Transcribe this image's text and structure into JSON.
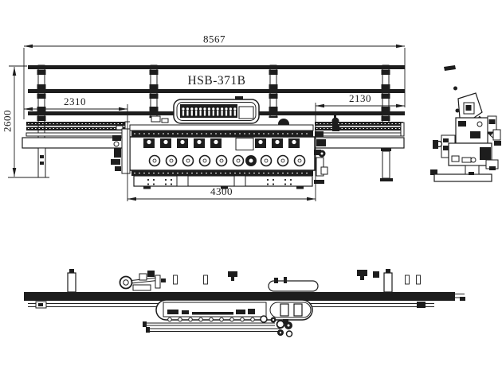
{
  "drawing": {
    "model_label": "HSB-371B",
    "dimensions": {
      "overall_length": "8567",
      "overall_height": "2600",
      "infeed_length": "2310",
      "outfeed_length": "2130",
      "machine_length": "4300"
    },
    "colors": {
      "ink": "#1d1d1d",
      "background": "#ffffff"
    }
  }
}
